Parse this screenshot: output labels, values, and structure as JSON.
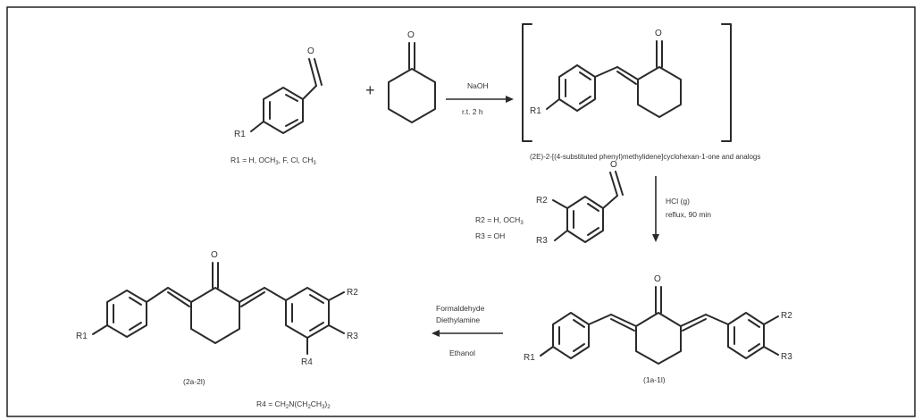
{
  "atoms": {
    "o": "O",
    "r1": "R1",
    "r2": "R2",
    "r3": "R3",
    "r4": "R4",
    "plus": "+"
  },
  "labels": {
    "r1_def": "R1 = H, OCH",
    "r1_def_sub": "3",
    "r1_def_tail": ", F, Cl, CH",
    "r1_def_sub2": "3",
    "intermediate_name": "(2E)-2-[(4-substituted phenyl)methylidene]cyclohexan-1-one and analogs",
    "r2_def": "R2 = H, OCH",
    "r2_def_sub": "3",
    "r3_def": "R3 = OH",
    "product_mid": "(1a-1l)",
    "product_left": "(2a-2l)",
    "r4_def": "R4 = CH",
    "r4_def_sub": "2",
    "r4_def_tail": "N(CH",
    "r4_def_sub2": "2",
    "r4_def_tail2": "CH",
    "r4_def_sub3": "3",
    "r4_def_close": ")",
    "r4_def_sub4": "2"
  },
  "conditions": {
    "step1_top": "NaOH",
    "step1_bottom": "r.t. 2 h",
    "step2_top": "HCl (g)",
    "step2_bottom": "reflux, 90 min",
    "step3_line1": "Formaldehyde",
    "step3_line2": "Diethylamine",
    "step3_line3": "Ethanol"
  },
  "colors": {
    "ink": "#2a2a2a",
    "frame": "#111111",
    "background": "#ffffff"
  }
}
